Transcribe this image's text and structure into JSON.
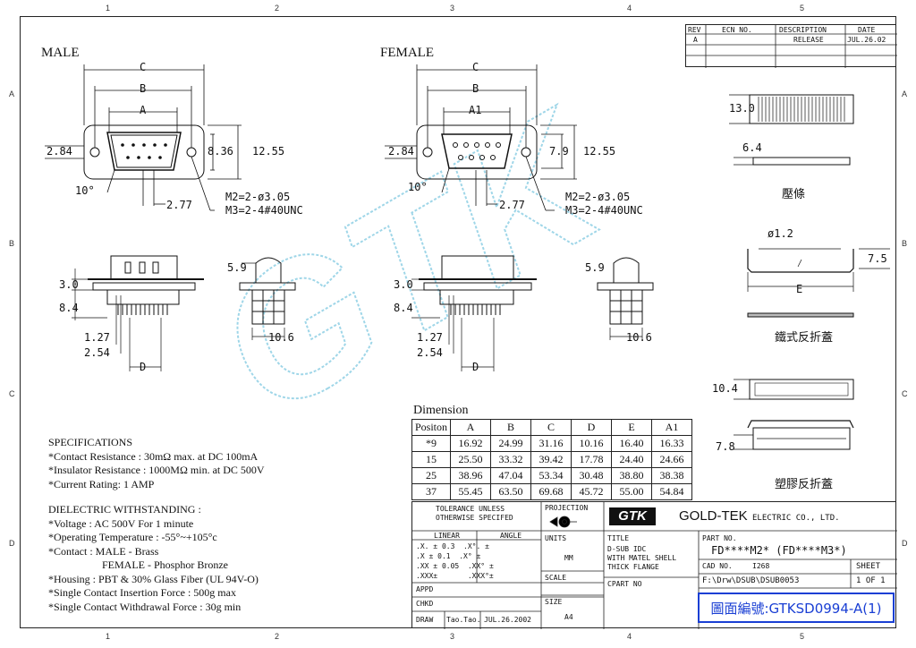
{
  "zones": {
    "top": [
      "1",
      "2",
      "3",
      "4",
      "5"
    ],
    "side": [
      "A",
      "B",
      "C",
      "D"
    ]
  },
  "revision": {
    "headers": [
      "REV",
      "ECN NO.",
      "DESCRIPTION",
      "DATE"
    ],
    "row": [
      "A",
      "",
      "RELEASE",
      "JUL.26.02"
    ]
  },
  "views": {
    "male_title": "MALE",
    "female_title": "FEMALE"
  },
  "dims": {
    "C": "C",
    "B": "B",
    "A": "A",
    "A1": "A1",
    "D": "D",
    "E": "E",
    "h_284": "2.84",
    "h_836": "8.36",
    "h_1255": "12.55",
    "h_79": "7.9",
    "angle": "10°",
    "w_277": "2.77",
    "m2": "M2=2-ø3.05",
    "m3": "M3=2-4#40UNC",
    "d_30": "3.0",
    "d_84": "8.4",
    "d_59": "5.9",
    "d_127": "1.27",
    "d_254": "2.54",
    "d_106": "10.6",
    "r_130": "13.0",
    "r_64": "6.4",
    "r_12": "ø1.2",
    "r_75": "7.5",
    "r_104": "10.4",
    "r_78": "7.8"
  },
  "right_labels": {
    "bar": "壓條",
    "iron_cover": "鐵式反折蓋",
    "plastic_cover": "塑膠反折蓋"
  },
  "specifications": {
    "title": "SPECIFICATIONS",
    "lines": [
      "*Contact Resistance : 30mΩ max. at DC 100mA",
      "*Insulator Resistance : 1000MΩ min. at DC 500V",
      "*Current Rating: 1 AMP"
    ]
  },
  "dielectric": {
    "title": "DIELECTRIC WITHSTANDING :",
    "lines": [
      "*Voltage : AC 500V For 1 minute",
      "*Operating Temperature : -55°~+105°c",
      "*Contact : MALE - Brass",
      "FEMALE - Phosphor Bronze",
      "*Housing : PBT & 30% Glass Fiber (UL 94V-O)",
      "*Single Contact Insertion Force : 500g max",
      "*Single Contact Withdrawal Force : 30g min"
    ]
  },
  "dimension_table": {
    "title": "Dimension",
    "headers": [
      "Positon",
      "A",
      "B",
      "C",
      "D",
      "E",
      "A1"
    ],
    "rows": [
      [
        "*9",
        "16.92",
        "24.99",
        "31.16",
        "10.16",
        "16.40",
        "16.33"
      ],
      [
        "15",
        "25.50",
        "33.32",
        "39.42",
        "17.78",
        "24.40",
        "24.66"
      ],
      [
        "25",
        "38.96",
        "47.04",
        "53.34",
        "30.48",
        "38.80",
        "38.38"
      ],
      [
        "37",
        "55.45",
        "63.50",
        "69.68",
        "45.72",
        "55.00",
        "54.84"
      ]
    ]
  },
  "title_block": {
    "tolerance": "TOLERANCE UNLESS OTHERWISE SPECIFED",
    "projection": "PROJECTION",
    "linear": "LINEAR",
    "angle": "ANGLE",
    "tol_rows": [
      [
        ".X.",
        "±",
        "0.3",
        ".X°.",
        "±"
      ],
      [
        ".X",
        "±",
        "0.1",
        ".X°",
        "±"
      ],
      [
        ".XX",
        "±",
        "0.05",
        ".XX°",
        "±"
      ],
      [
        ".XXX±",
        "",
        "",
        ".XXX°±",
        ""
      ]
    ],
    "units_label": "UNITS",
    "units_value": "MM",
    "scale_label": "SCALE",
    "size_label": "SIZE",
    "size_value": "A4",
    "appd": "APPD",
    "chkd": "CHKD",
    "draw": "DRAW",
    "drawer": "Tao.Tao.",
    "draw_date": "JUL.26.2002",
    "logo": "GTK",
    "company": "GOLD-TEK",
    "company_sub": "ELECTRIC CO., LTD.",
    "title_label": "TITLE",
    "title_lines": [
      "D-SUB IDC",
      "WITH MATEL SHELL",
      "THICK FLANGE"
    ],
    "cpart": "CPART NO",
    "part_label": "PART NO.",
    "part_value": "FD****M2* (FD****M3*)",
    "cad_label": "CAD NO.",
    "cad_value": "I268",
    "path": "F:\\Drw\\DSUB\\DSUB0053",
    "sheet_label": "SHEET",
    "sheet_value": "1 OF 1",
    "drawing_no": "圖面編號:GTKSD0994-A(1)"
  },
  "watermark": "GTK",
  "colors": {
    "watermark": "#9fd6e8",
    "highlight": "#1a3fd4"
  }
}
